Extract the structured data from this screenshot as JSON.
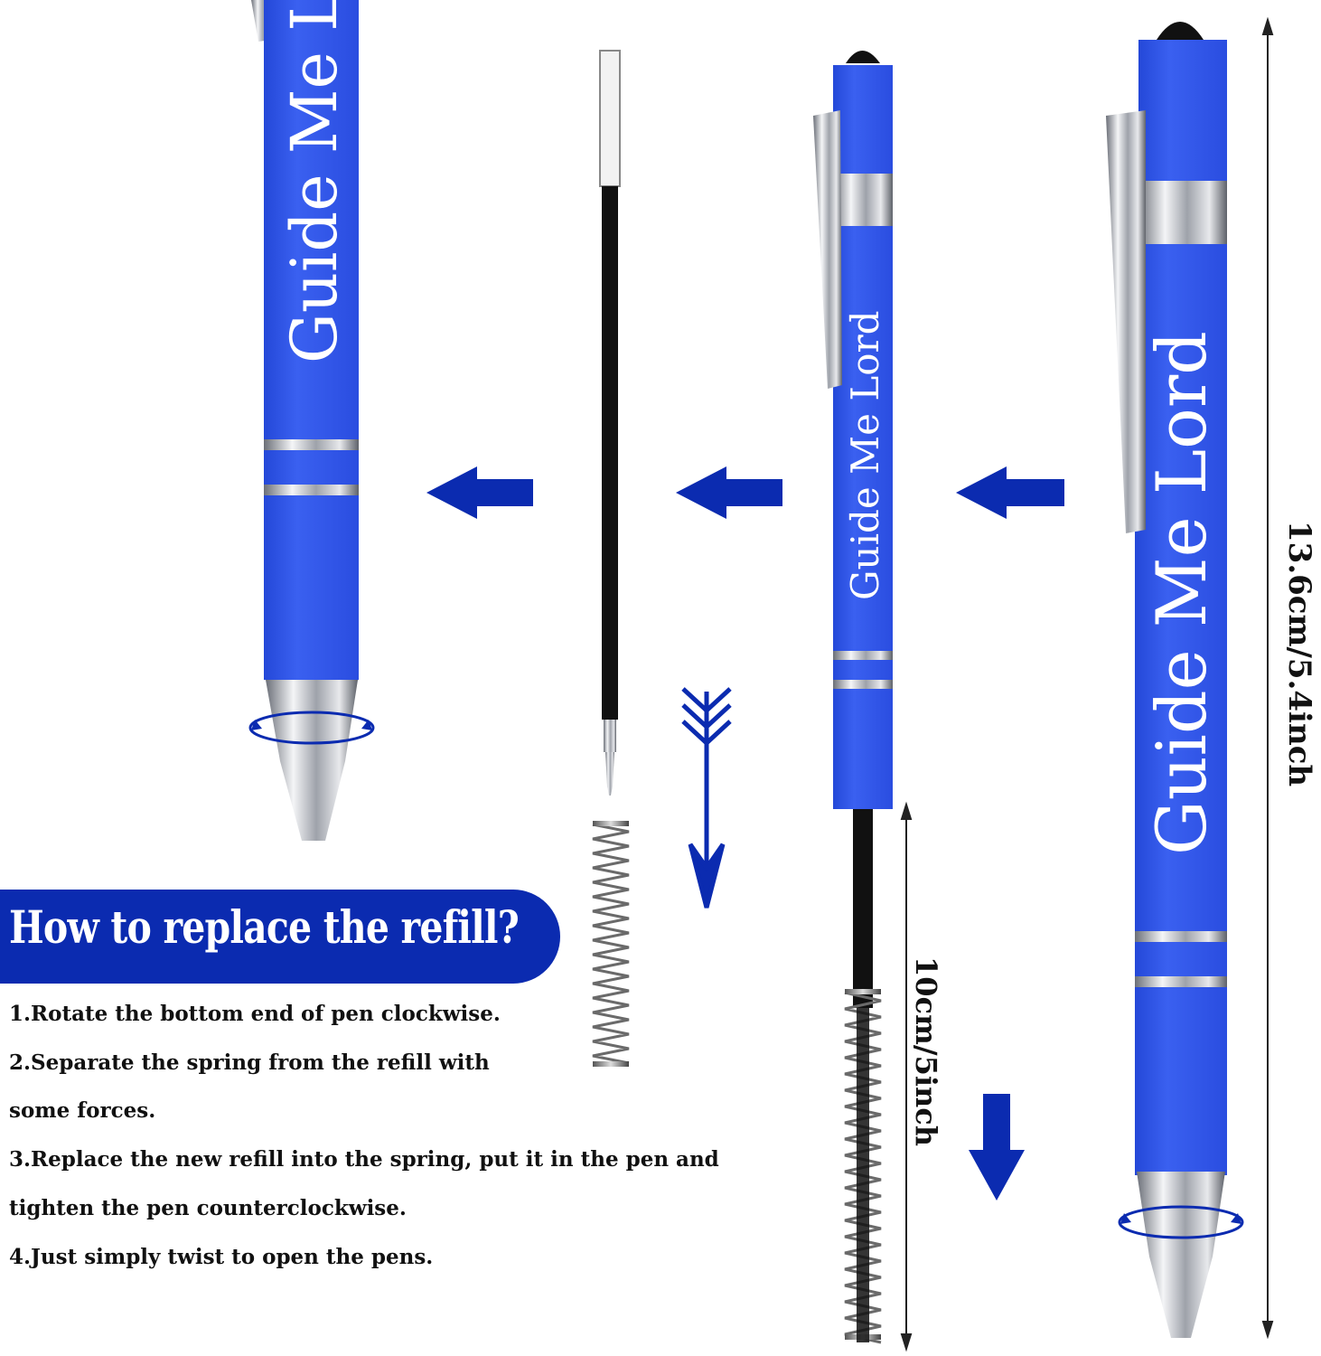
{
  "pens": {
    "left_partial_text": "Guide Me L",
    "middle_text": "Guide Me Lord",
    "right_text": "Guide Me Lord"
  },
  "title": "How to replace the refill?",
  "steps": [
    "1.Rotate the bottom end of pen clockwise.",
    "2.Separate the spring from the refill with",
    "some forces.",
    "3.Replace the new refill into the spring, put it in the pen and",
    "tighten the pen counterclockwise.",
    "4.Just simply twist to open the pens."
  ],
  "dimensions": {
    "full_length": "13.6cm/5.4inch",
    "refill_length": "10cm/5inch"
  },
  "colors": {
    "pen_blue": "#2f55e8",
    "banner_blue": "#0b2bb0",
    "arrow_blue": "#0b2bb0",
    "chrome": "#c9ccd2"
  }
}
